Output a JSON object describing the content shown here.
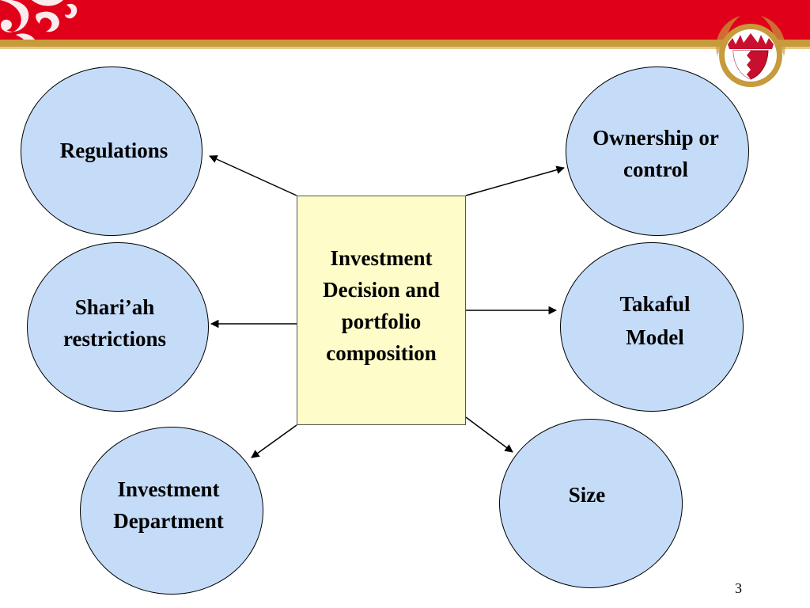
{
  "slide": {
    "center": [
      "Investment",
      "Decision and",
      "portfolio",
      "composition"
    ],
    "nodes": {
      "regulations": [
        "Regulations"
      ],
      "shariah": [
        "Shari’ah",
        "restrictions"
      ],
      "investment_department": [
        "Investment",
        "Department"
      ],
      "ownership": [
        "Ownership or",
        "control"
      ],
      "takaful": [
        "Takaful",
        "Model"
      ],
      "size": [
        "Size"
      ]
    },
    "page_number": "3"
  },
  "colors": {
    "banner_red": "#e0001a",
    "banner_band": "#c79a3c",
    "circle_fill": "#c5dcf9",
    "box_fill": "#fefcc8"
  },
  "icons": {
    "banner_ornament": "arabesque-ornament-icon",
    "emblem": "bahrain-emblem-icon"
  }
}
